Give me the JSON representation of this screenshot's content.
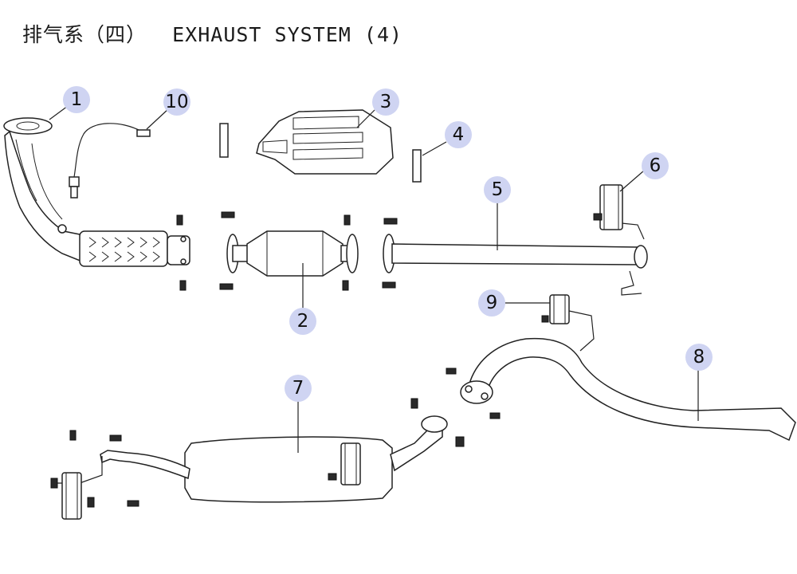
{
  "title": {
    "cn": "排气系（四）",
    "en": "EXHAUST SYSTEM (4)"
  },
  "callouts": [
    {
      "id": "1",
      "label": "1",
      "part": "front-pipe"
    },
    {
      "id": "2",
      "label": "2",
      "part": "catalytic-converter"
    },
    {
      "id": "3",
      "label": "3",
      "part": "heat-shield"
    },
    {
      "id": "4",
      "label": "4",
      "part": "stud"
    },
    {
      "id": "5",
      "label": "5",
      "part": "intermediate-pipe"
    },
    {
      "id": "6",
      "label": "6",
      "part": "rubber-hanger"
    },
    {
      "id": "7",
      "label": "7",
      "part": "rear-muffler"
    },
    {
      "id": "8",
      "label": "8",
      "part": "tail-pipe"
    },
    {
      "id": "9",
      "label": "9",
      "part": "rubber-hanger"
    },
    {
      "id": "10",
      "label": "10",
      "part": "oxygen-sensor"
    }
  ],
  "colors": {
    "callout_fill": "#cfd4f2",
    "line": "#222222",
    "background": "#ffffff"
  }
}
